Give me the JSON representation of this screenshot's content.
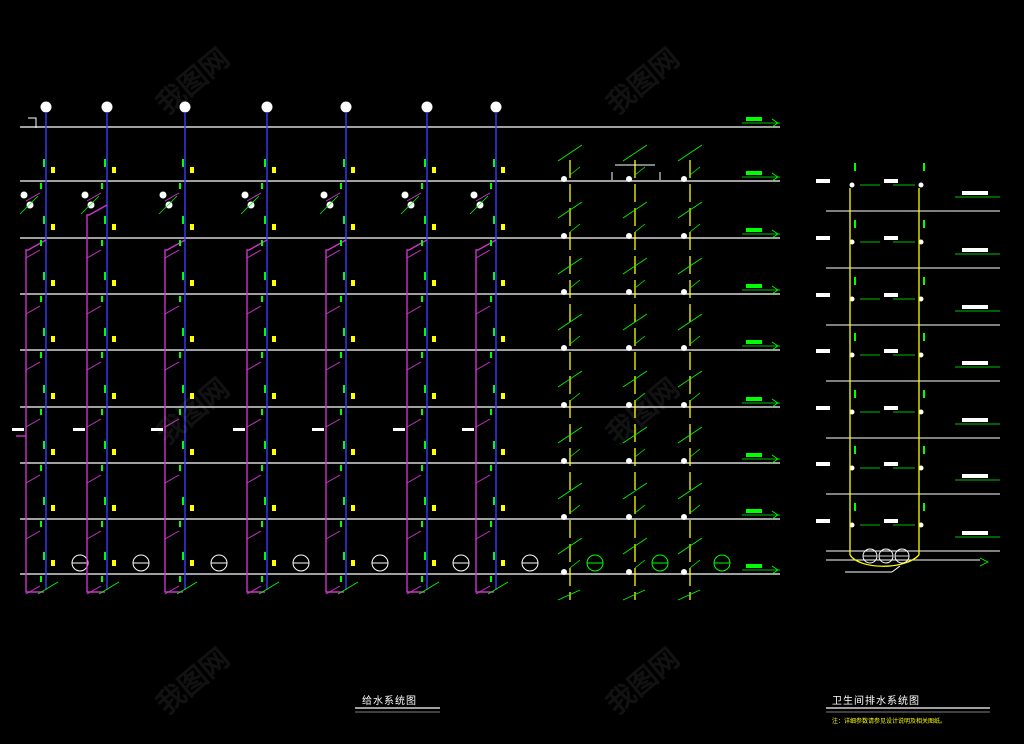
{
  "diagrams": [
    {
      "title": "给水系统图",
      "note": ""
    },
    {
      "title": "卫生间排水系统图",
      "note": "注：详细参数请参见设计说明及相关图纸。"
    }
  ],
  "watermark": "我图网",
  "colors": {
    "background": "#000000",
    "floor_line": "#ffffff",
    "supply_pipe": "#3b3bff",
    "branch_pipe": "#cc33cc",
    "drain_pipe": "#ffff00",
    "label": "#00ff00",
    "fixture": "#ffffff"
  },
  "floor_levels_left": [
    "",
    "",
    "",
    "",
    "",
    "",
    "",
    "",
    "",
    ""
  ],
  "left_system": {
    "riser_count": 7,
    "floor_count": 9
  },
  "middle_system": {
    "riser_count": 3
  },
  "right_system": {
    "riser_count": 2,
    "floor_count": 7
  }
}
